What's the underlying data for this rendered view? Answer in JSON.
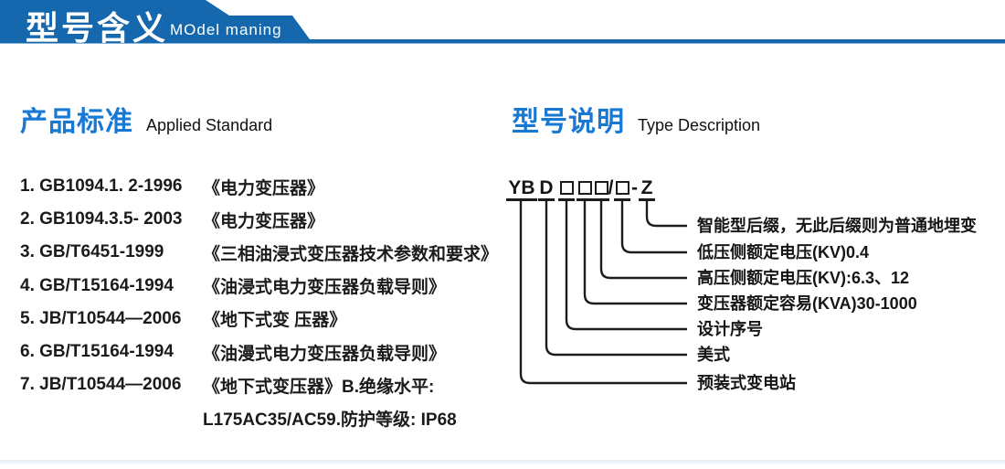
{
  "header": {
    "title_cn": "型号含义",
    "subtitle_en": "MOdel maning",
    "bar_color": "#1568AE"
  },
  "standards": {
    "heading_cn": "产品标准",
    "heading_en": "Applied Standard",
    "items": [
      {
        "code": "1. GB1094.1. 2-1996",
        "title": "《电力变压器》"
      },
      {
        "code": "2. GB1094.3.5- 2003",
        "title": "《电力变压器》"
      },
      {
        "code": "3. GB/T6451-1999",
        "title": "《三相油浸式变压器技术参数和要求》"
      },
      {
        "code": "4. GB/T15164-1994",
        "title": "《油浸式电力变压器负载导则》"
      },
      {
        "code": "5. JB/T10544—2006",
        "title": "《地下式变 压器》"
      },
      {
        "code": "6. GB/T15164-1994",
        "title": "《油漫式电力变压器负载导则》"
      },
      {
        "code": "7. JB/T10544—2006",
        "title": "《地下式变压器》B.绝缘水平:"
      },
      {
        "code": "",
        "title": "L175AC35/AC59.防护等级: IP68"
      }
    ]
  },
  "model": {
    "heading_cn": "型号说明",
    "heading_en": "Type Description",
    "code": {
      "yb": "YB",
      "d": "D",
      "slash": "/",
      "dash": "-",
      "z": "Z",
      "placeholder_boxes": 4
    },
    "labels": [
      {
        "text": "智能型后缀，无此后缀则为普通地埋变",
        "maps_to": "-Z"
      },
      {
        "text": "低压侧额定电压(KV)0.4",
        "maps_to": "/□"
      },
      {
        "text": "高压侧额定电压(KV):6.3、12",
        "maps_to": "third-box"
      },
      {
        "text": "变压器额定容易(KVA)30-1000",
        "maps_to": "second-box"
      },
      {
        "text": "设计序号",
        "maps_to": "first-box"
      },
      {
        "text": "美式",
        "maps_to": "D"
      },
      {
        "text": "预装式变电站",
        "maps_to": "YB"
      }
    ]
  },
  "colors": {
    "header_blue": "#1568AE",
    "heading_blue": "#1779D4",
    "text_dark": "#1b1b1b",
    "line_dark": "#1c1c1c"
  }
}
